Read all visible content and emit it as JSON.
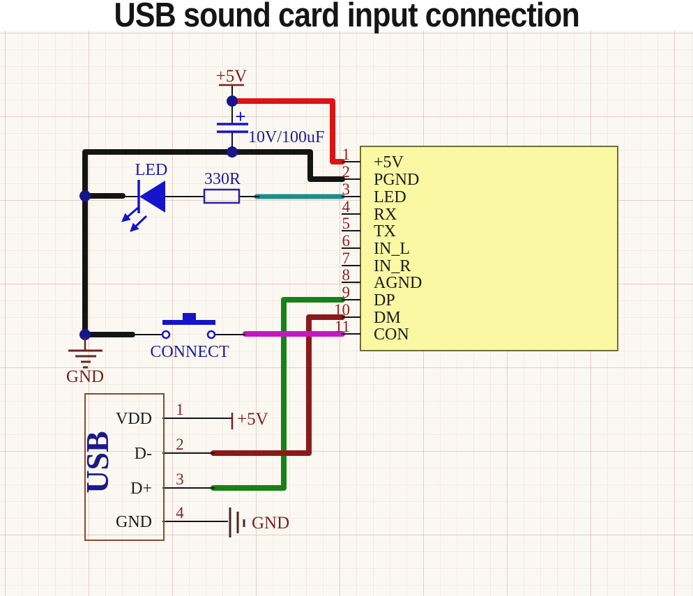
{
  "title": "USB sound card input connection",
  "colors": {
    "wire_red": "#dd1414",
    "wire_black": "#141414",
    "wire_teal": "#1f8c8c",
    "wire_green": "#168216",
    "wire_maroon": "#8b1a1a",
    "wire_magenta": "#c417c4",
    "symbol_blue": "#1414cc",
    "label_blue": "#1c1c96",
    "label_dark_red": "#7a1e1e",
    "ic_fill": "#faf8a3",
    "ic_border": "#6e6e35",
    "usb_border": "#8b4a2b"
  },
  "power": {
    "rail_label": "+5V",
    "capacitor_value": "10V/100uF",
    "capacitor_polarity": "+"
  },
  "led": {
    "label": "LED"
  },
  "resistor": {
    "label": "330R"
  },
  "switch": {
    "label": "CONNECT"
  },
  "ground": {
    "label": "GND"
  },
  "ic": {
    "pins": [
      {
        "num": "1",
        "label": "+5V"
      },
      {
        "num": "2",
        "label": "PGND"
      },
      {
        "num": "3",
        "label": "LED"
      },
      {
        "num": "4",
        "label": "RX"
      },
      {
        "num": "5",
        "label": "TX"
      },
      {
        "num": "6",
        "label": "IN_L"
      },
      {
        "num": "7",
        "label": "IN_R"
      },
      {
        "num": "8",
        "label": "AGND"
      },
      {
        "num": "9",
        "label": "DP"
      },
      {
        "num": "10",
        "label": "DM"
      },
      {
        "num": "11",
        "label": "CON"
      }
    ]
  },
  "usb": {
    "label": "USB",
    "pins": [
      {
        "num": "1",
        "label": "VDD",
        "net": "+5V"
      },
      {
        "num": "2",
        "label": "D-"
      },
      {
        "num": "3",
        "label": "D+"
      },
      {
        "num": "4",
        "label": "GND",
        "net": "GND"
      }
    ]
  }
}
